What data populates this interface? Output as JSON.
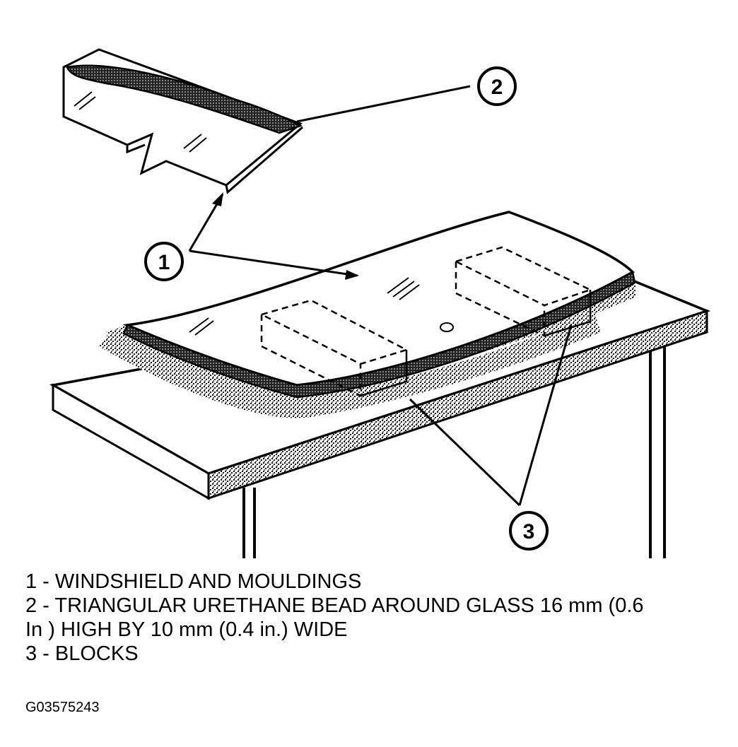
{
  "callouts": {
    "c1": "1",
    "c2": "2",
    "c3": "3"
  },
  "legend": {
    "line1": "1 - WINDSHIELD AND MOULDINGS",
    "line2": "2 - TRIANGULAR URETHANE BEAD AROUND GLASS 16 mm (0.6",
    "line3": "In ) HIGH BY 10 mm (0.4 in.) WIDE",
    "line4": "3 - BLOCKS"
  },
  "figure_id": "G03575243"
}
